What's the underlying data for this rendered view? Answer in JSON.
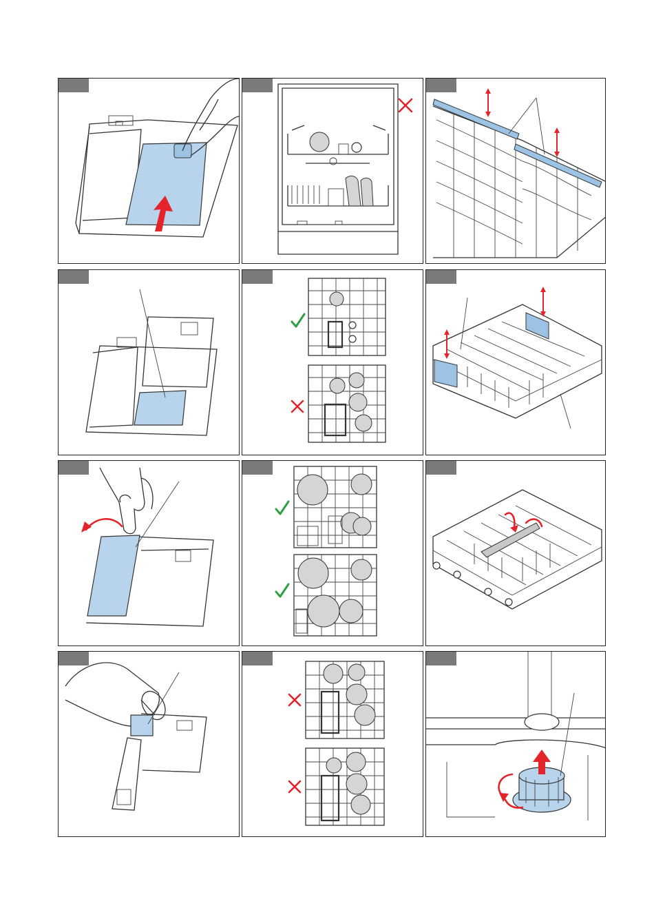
{
  "page": {
    "panels": [
      {
        "id": "p1",
        "topic": "dispenser-open"
      },
      {
        "id": "p2",
        "topic": "dishwasher-overloaded",
        "mark": "cross"
      },
      {
        "id": "p3",
        "topic": "upper-basket-tines"
      },
      {
        "id": "p4",
        "topic": "rinse-aid-compartment"
      },
      {
        "id": "p5",
        "topic": "cutlery-basket-loading",
        "marks": [
          "check",
          "cross"
        ]
      },
      {
        "id": "p6",
        "topic": "upper-basket-height"
      },
      {
        "id": "p7",
        "topic": "dispenser-lid-open"
      },
      {
        "id": "p8",
        "topic": "lower-basket-loading",
        "marks": [
          "check",
          "check"
        ]
      },
      {
        "id": "p9",
        "topic": "fold-down-tines"
      },
      {
        "id": "p10",
        "topic": "pour-detergent"
      },
      {
        "id": "p11",
        "topic": "lower-basket-wrong-loading",
        "marks": [
          "cross",
          "cross"
        ]
      },
      {
        "id": "p12",
        "topic": "filter-removal"
      }
    ]
  },
  "colors": {
    "accent_blue": "#b8d4ec",
    "arrow_red": "#e4232b",
    "check_green": "#2ea043",
    "tab_grey": "#7a7a7a"
  }
}
